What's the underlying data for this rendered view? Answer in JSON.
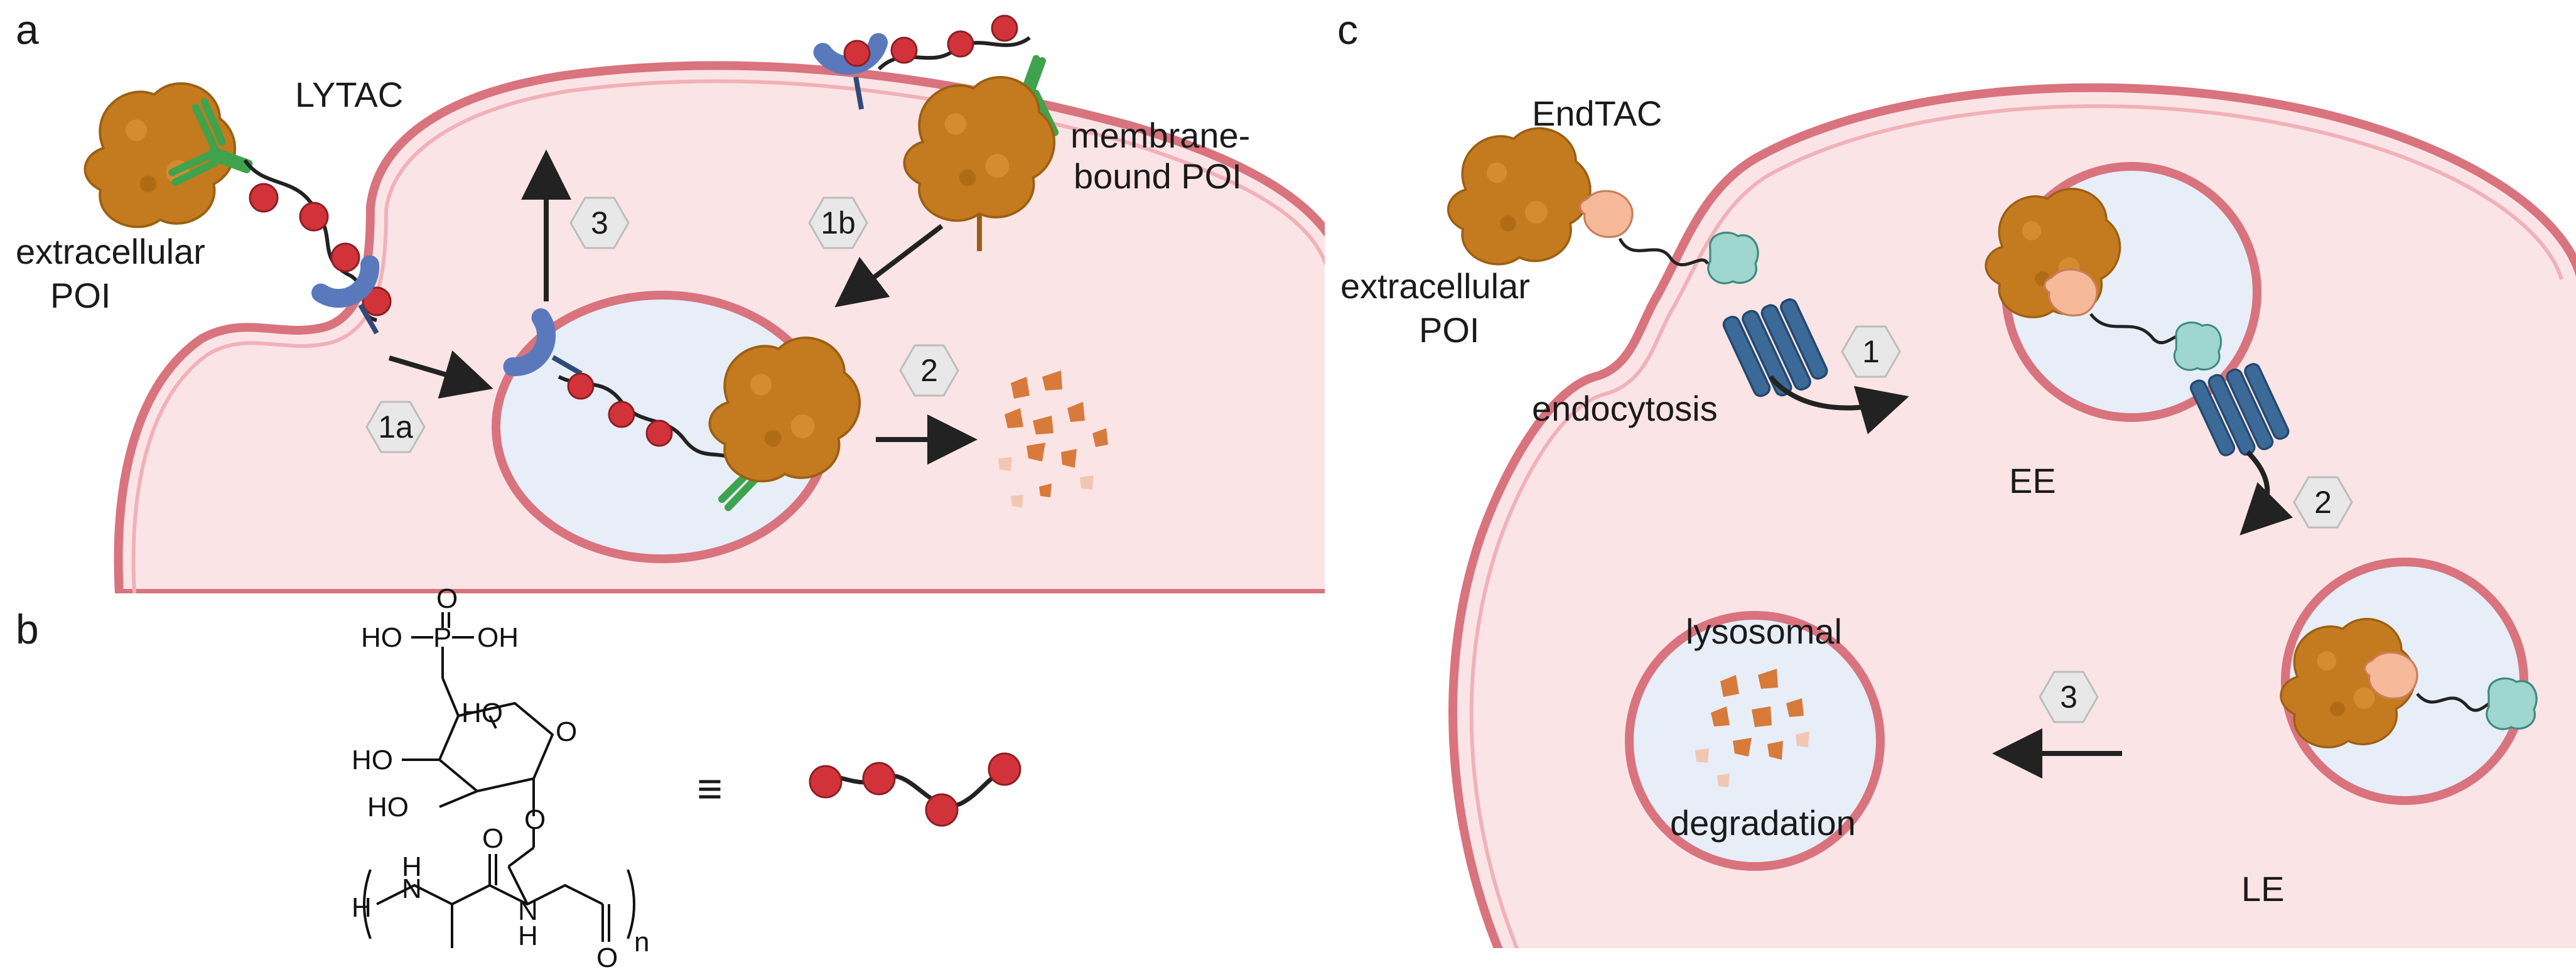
{
  "panels": {
    "a": {
      "letter": "a",
      "lytac": "LYTAC",
      "extracellular_poi": [
        "extracellular",
        "POI"
      ],
      "membrane_poi": [
        "membrane-",
        "bound POI"
      ],
      "steps": [
        "1a",
        "1b",
        "2",
        "3"
      ]
    },
    "b": {
      "letter": "b",
      "equiv": "≡",
      "chem": {
        "ho1": "HO",
        "p": "P",
        "oh1": "OH",
        "o_dbl": "O",
        "ho2": "HO",
        "ho3": "HO",
        "ho4": "HO",
        "o_ring": "O",
        "o_link": "O",
        "h_term": "H",
        "n_h": "H",
        "n1": "N",
        "n2": "N",
        "h_n2": "H",
        "o_c1": "O",
        "o_c2": "O",
        "n_sub": "n"
      }
    },
    "c": {
      "letter": "c",
      "endtac": "EndTAC",
      "extracellular_poi": [
        "extracellular",
        "POI"
      ],
      "endocytosis": "endocytosis",
      "ee": "EE",
      "le": "LE",
      "lysosomal": "lysosomal",
      "degradation": "degradation",
      "steps": [
        "1",
        "2",
        "3"
      ]
    }
  },
  "colors": {
    "cell_fill": "#fbe4e6",
    "membrane": "#d9737e",
    "vesicle_fill": "#e7eef8",
    "poi": "#c47a1e",
    "antibody": "#3fa34d",
    "receptor": "#5a79bd",
    "bead": "#d2333a",
    "transmembrane": "#3b6a99",
    "binder": "#9fd6cf",
    "ligand": "#f6b999",
    "fragment": "#d77a3a",
    "step_badge": "#e8e8e8"
  }
}
